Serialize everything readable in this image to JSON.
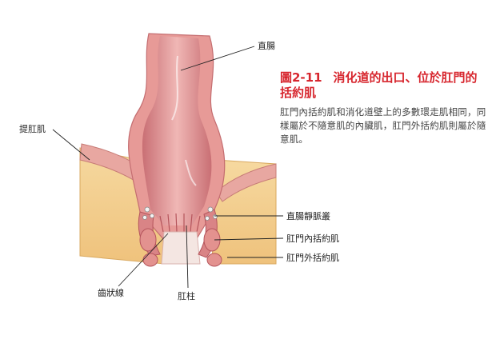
{
  "figure": {
    "number": "圖2-11",
    "title": "消化道的出口、位於肛門的括約肌",
    "description": "肛門內括約肌和消化道壁上的多數環走肌相同，同樣屬於不隨意肌的內臟肌，肛門外括約肌則屬於隨意肌。"
  },
  "labels": {
    "rectum": "直腸",
    "levator_ani": "提肛肌",
    "rectal_venous_plexus": "直腸靜脈叢",
    "internal_sphincter": "肛門內括約肌",
    "external_sphincter": "肛門外括約肌",
    "dentate_line": "齒狀線",
    "anal_column": "肛柱"
  },
  "colors": {
    "accent": "#d7262e",
    "fat": "#f3cf8f",
    "muscle": "#e79a97",
    "lumen": "#e8a3a3"
  }
}
